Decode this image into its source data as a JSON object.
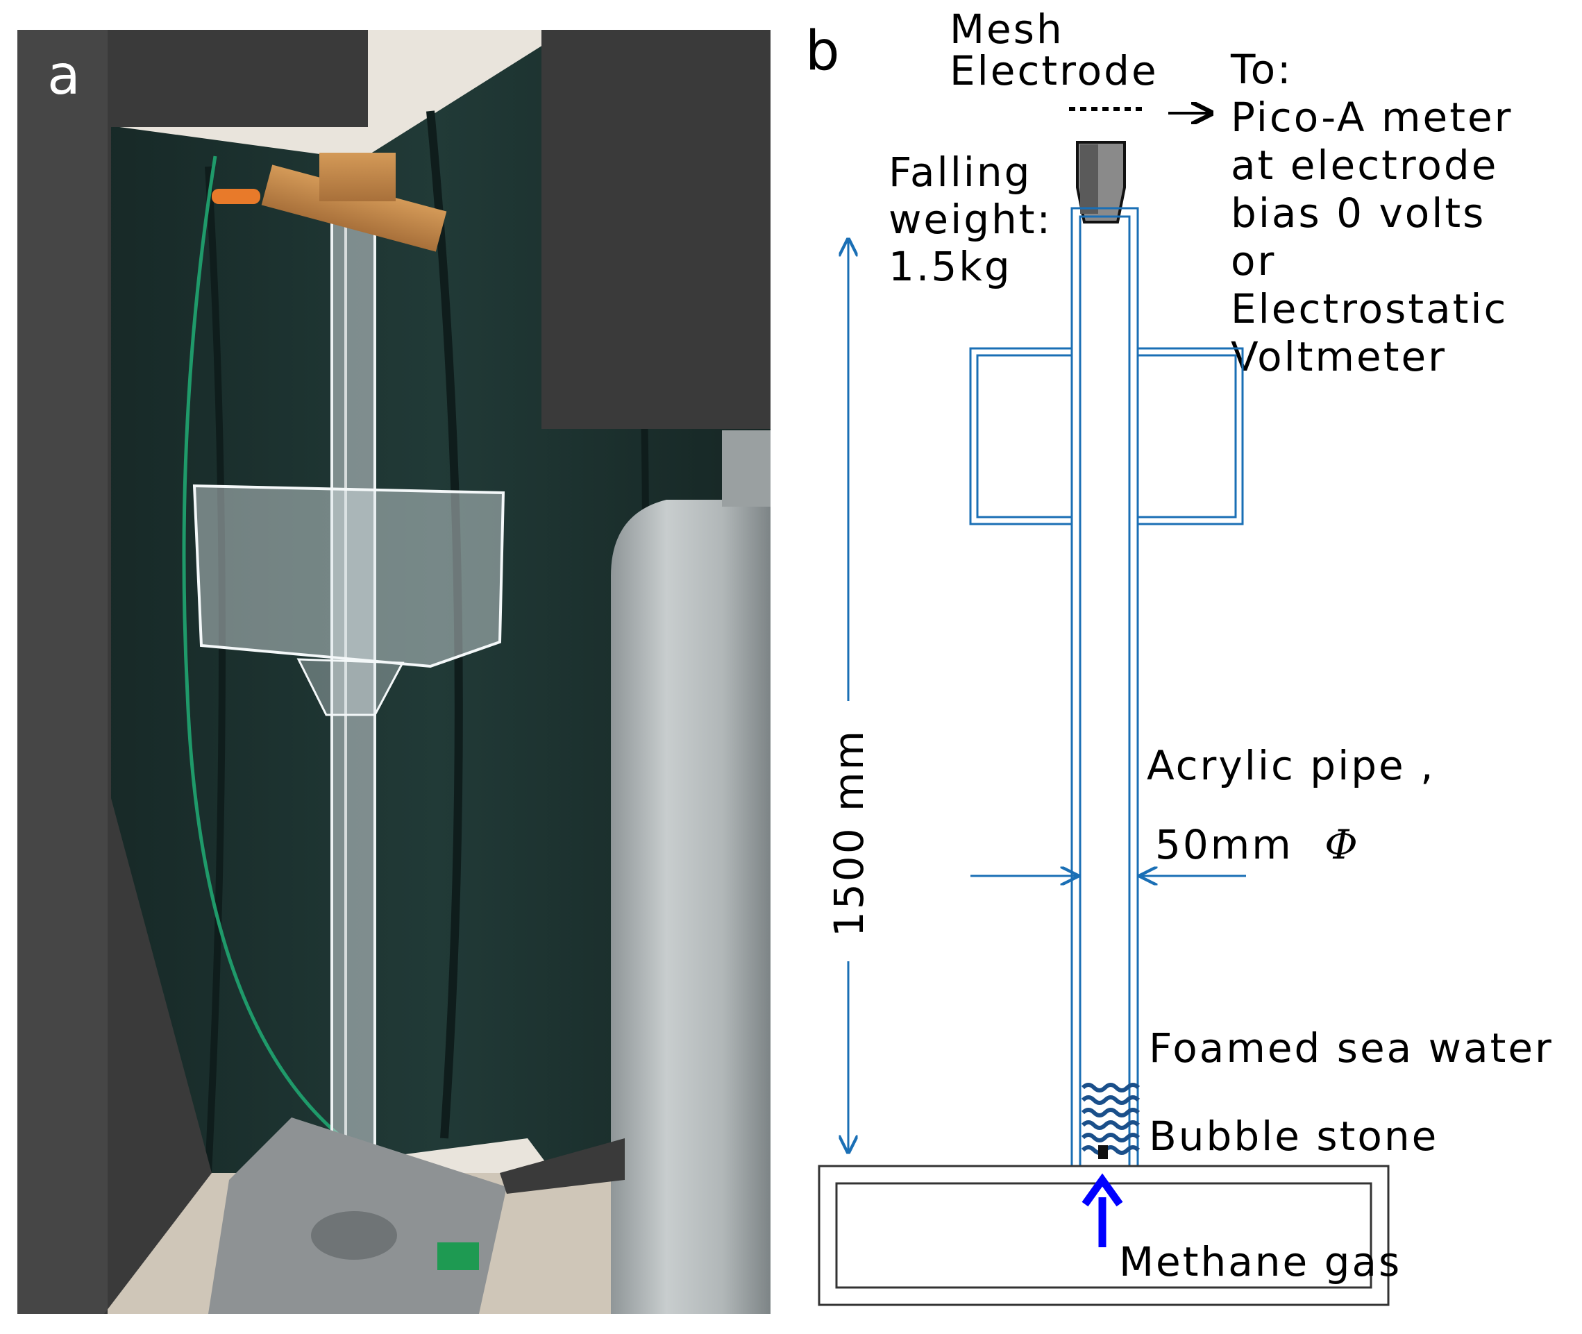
{
  "panel_a": {
    "letter": "a"
  },
  "panel_b": {
    "letter": "b",
    "electrode_label": [
      "Mesh",
      "Electrode"
    ],
    "meter_label": [
      "To:",
      "Pico-A meter",
      "at electrode",
      "bias 0 volts",
      "or",
      "Electrostatic",
      "Voltmeter"
    ],
    "weight_label": [
      "Falling",
      "weight:",
      "1.5kg"
    ],
    "height_label": "1500 mm",
    "pipe_label": "Acrylic pipe ,",
    "diameter_label": "50mm",
    "diameter_symbol": "Φ",
    "foam_label": "Foamed sea water",
    "stone_label": "Bubble stone",
    "gas_label": "Methane gas"
  },
  "colors": {
    "diagram_line": "#1a6fb5",
    "gas_arrow": "#0000ff",
    "redaction": "#3a3a3a",
    "curtain": "#1e3331",
    "cylinder": "#b4babb",
    "cap": "#8a8a8a"
  }
}
